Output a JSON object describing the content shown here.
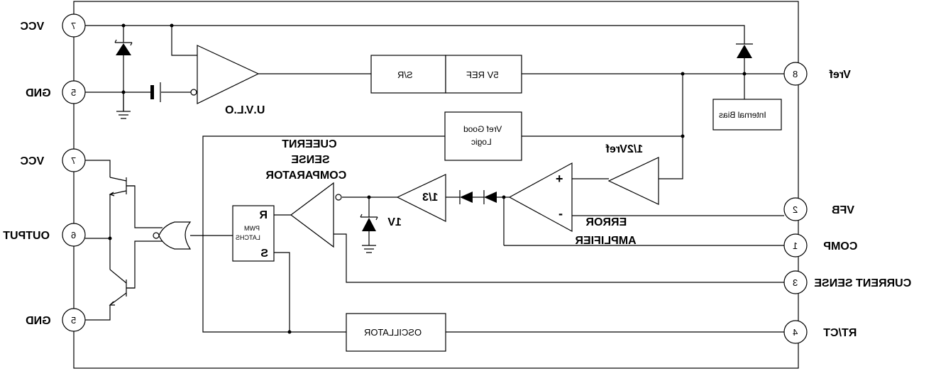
{
  "pins": {
    "vcc_left_1": {
      "label": "VCC",
      "number": "7"
    },
    "gnd_left_1": {
      "label": "GND",
      "number": "5"
    },
    "vcc_left_2": {
      "label": "VCC",
      "number": "7"
    },
    "output": {
      "label": "OUTPUT",
      "number": "6"
    },
    "gnd_left_2": {
      "label": "GND",
      "number": "5"
    },
    "vref": {
      "label": "Vref",
      "number": "8"
    },
    "vfb": {
      "label": "VFB",
      "number": "2"
    },
    "comp": {
      "label": "COMP",
      "number": "1"
    },
    "current_sense": {
      "label": "CURRENT SENSE",
      "number": "3"
    },
    "rt_ct": {
      "label": "RT/CT",
      "number": "4"
    }
  },
  "blocks": {
    "uvlo": "U.V.L.O",
    "sr": "S/R",
    "ref5v": "5V REF",
    "internal_bias": "Internal Bias",
    "vref_good_1": "Vref Good",
    "vref_good_2": "Logic",
    "half_vref": "1/2Vref",
    "cs_comp_1": "CUEERNT",
    "cs_comp_2": "SENSE",
    "cs_comp_3": "COMPARATOR",
    "divider": "1/3",
    "zener_1v": "1V",
    "error_amp_1": "ERROR",
    "error_amp_2": "AMPLIFIER",
    "plus": "+",
    "minus": "-",
    "pwm_1": "PWM",
    "pwm_2": "LATCHS",
    "latch_r": "R",
    "latch_s": "S",
    "oscillator": "OSCILLATOR"
  }
}
